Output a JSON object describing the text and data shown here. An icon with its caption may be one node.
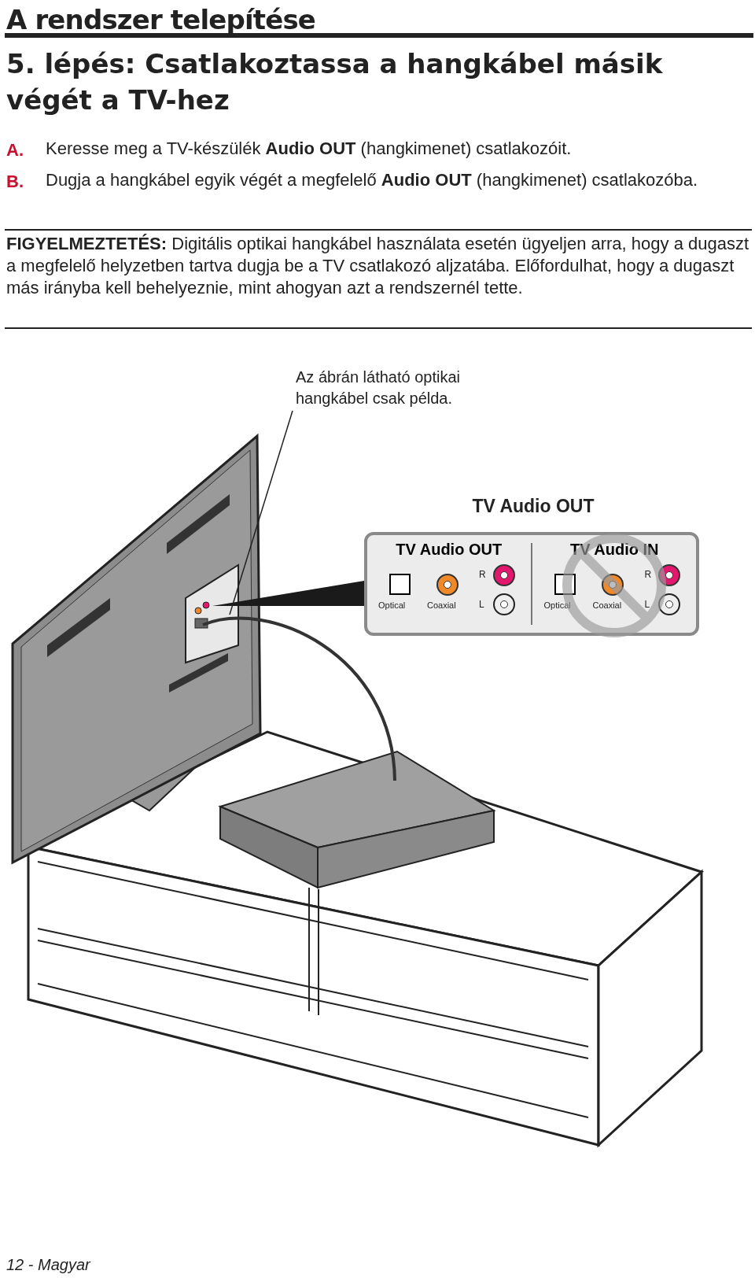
{
  "diagram": {
    "title": "A rendszer telepítése",
    "nodes": [
      {
        "text": [
          "Az ábrán látható optikai hangkábel csak példa."
        ]
      },
      {
        "text": [],
        "shape": "picture"
      },
      {
        "text": [
          "TV Audio OUT"
        ]
      },
      {
        "text": [
          "TV Audio OUT",
          "R",
          "Optical",
          "Coaxial",
          "L"
        ],
        "in": 2
      },
      {
        "text": [
          "TV Audio IN",
          "R",
          "Optical",
          "Coaxial",
          "L"
        ],
        "in": 2
      }
    ],
    "edges": [
      {
        "from": 0,
        "to": 1,
        "arrow": "none"
      }
    ],
    "labels": [
      "5. lépés: Csatlakoztassa a hangkábel másik végét a TV-hez",
      "A.",
      "Keresse meg a TV-készülék **Audio OUT** (hangkimenet) csatlakozóit.",
      "B.",
      "Dugja a hangkábel egyik végét a megfelelő **Audio OUT** (hangkimenet) csatlakozóba.",
      "**FIGYELMEZTETÉS:** Digitális optikai hangkábel használata esetén ügyeljen arra, hogy a dugaszt a megfelelő helyzetben tartva dugja be a TV csatlakozó aljzatába. Előfordulhat, hogy a dugaszt más irányba kell behelyeznie, mint ahogyan azt a rendszernél tette.",
      "12 - Magyar"
    ]
  }
}
